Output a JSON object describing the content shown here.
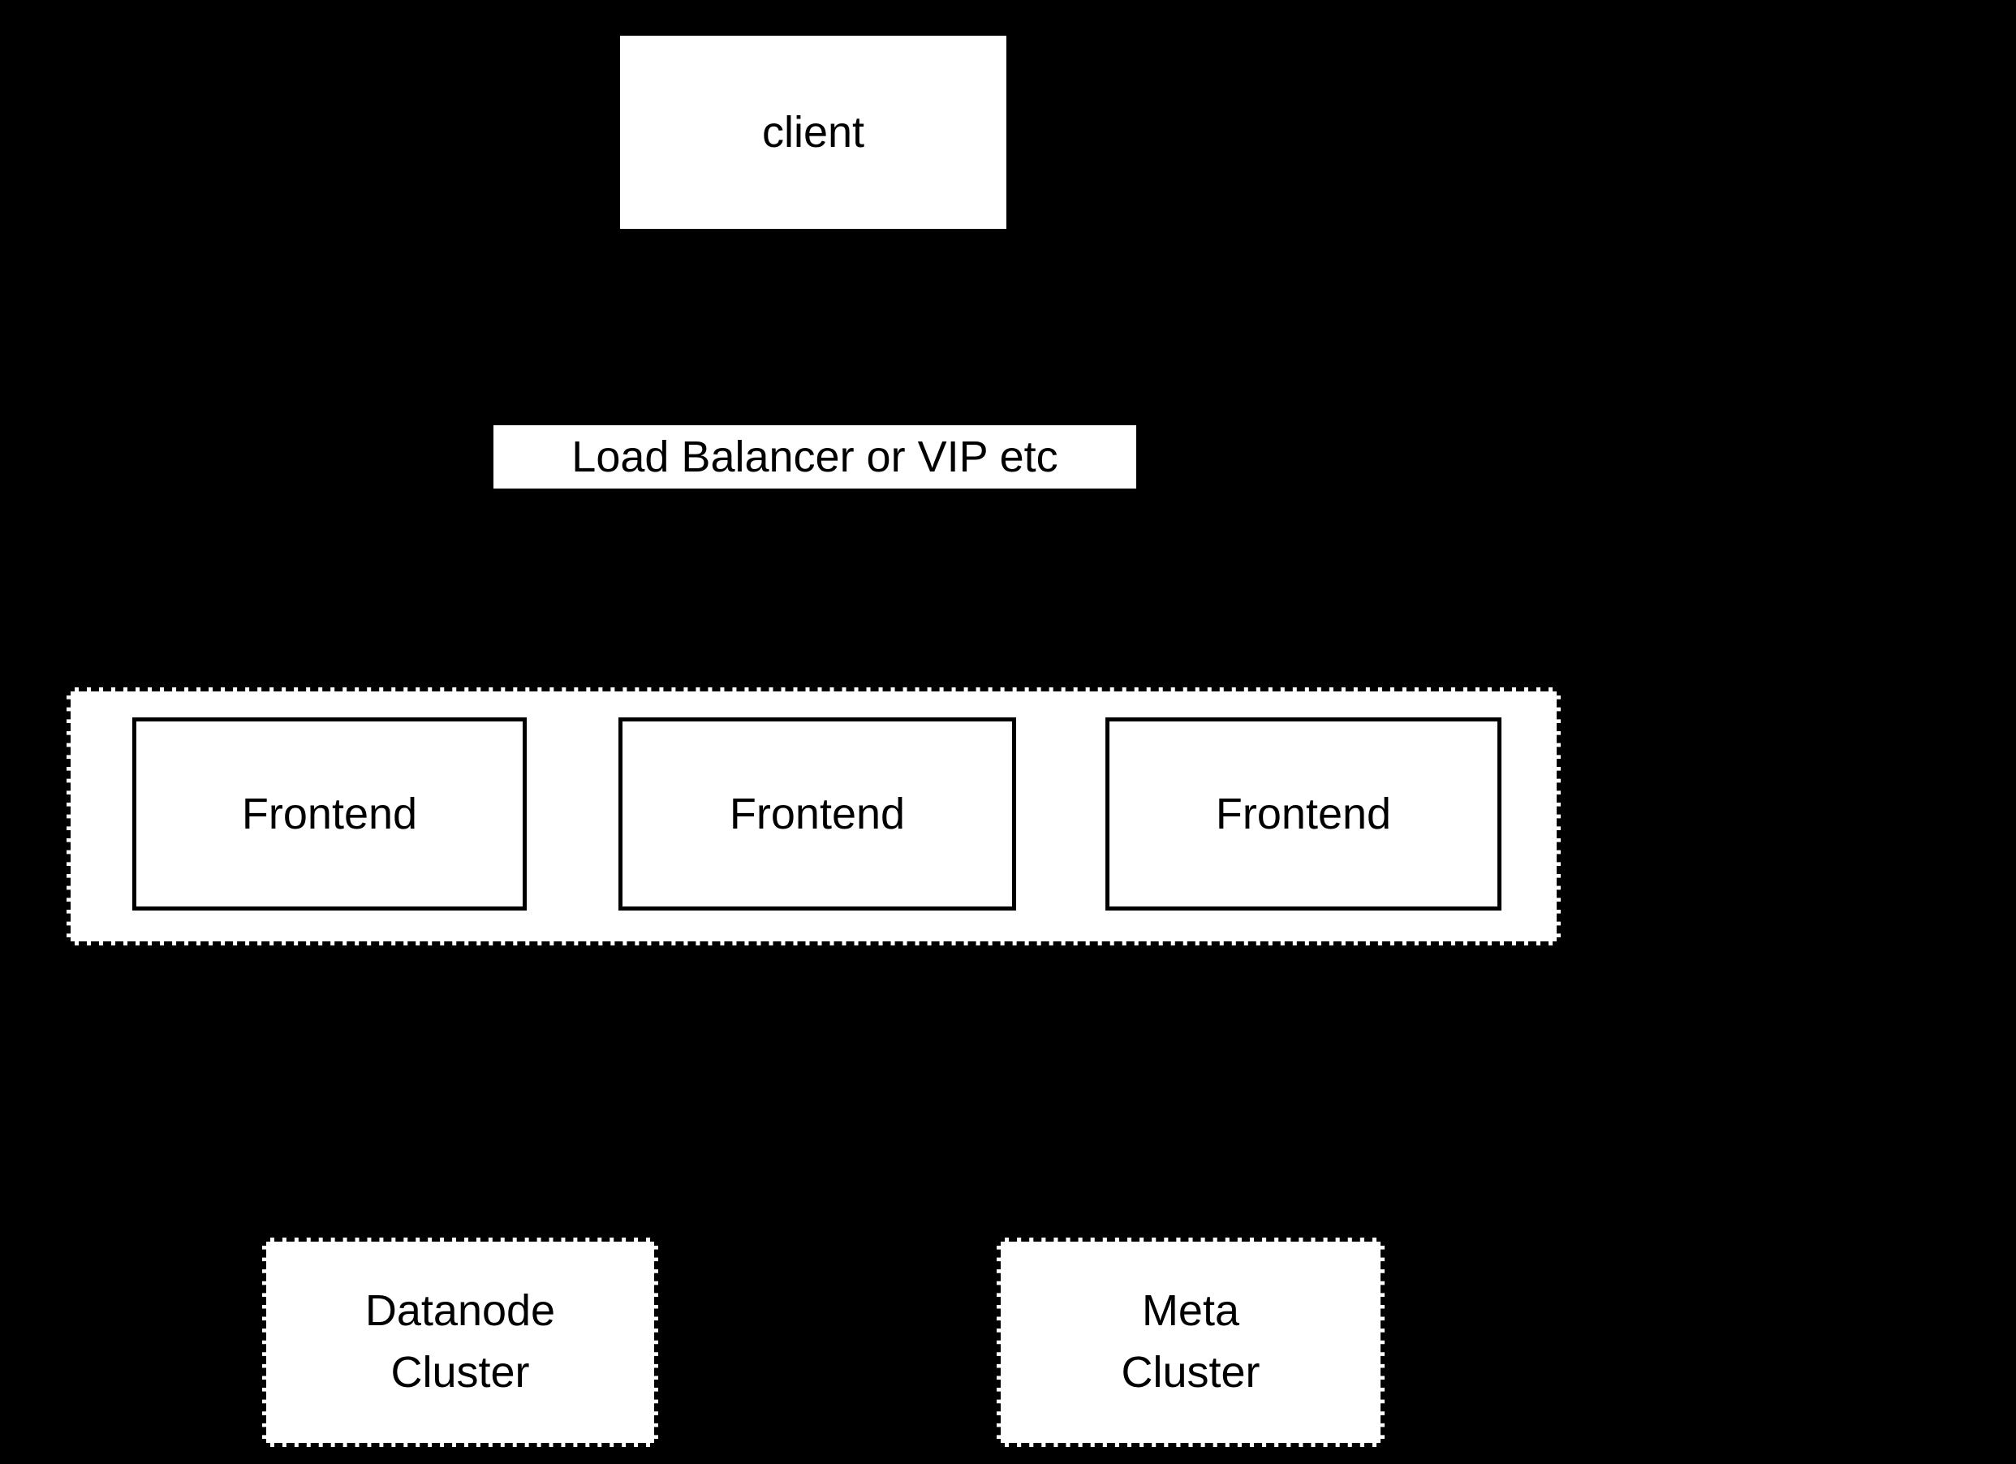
{
  "diagram": {
    "background_color": "#000000",
    "node_fill_color": "#ffffff",
    "border_color": "#000000",
    "text_color": "#000000",
    "nodes": {
      "client": {
        "label": "client"
      },
      "load_balancer": {
        "label": "Load Balancer or VIP etc"
      },
      "frontend_group": {
        "border_style": "dashed",
        "frontends": [
          {
            "label": "Frontend"
          },
          {
            "label": "Frontend"
          },
          {
            "label": "Frontend"
          }
        ]
      },
      "datanode_cluster": {
        "label": "Datanode\nCluster",
        "border_style": "dashed"
      },
      "meta_cluster": {
        "label": "Meta\nCluster",
        "border_style": "dashed"
      }
    }
  }
}
